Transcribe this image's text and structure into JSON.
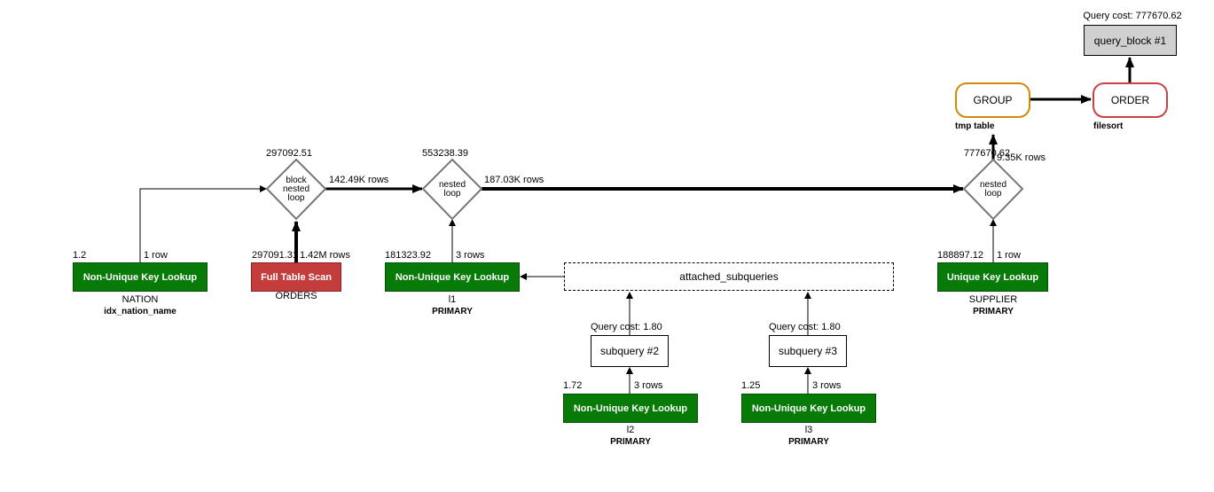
{
  "query_block": {
    "cost_label": "Query cost: 777670.62",
    "title": "query_block #1"
  },
  "group": {
    "label": "GROUP",
    "sub": "tmp table",
    "border_color": "#d08a0a"
  },
  "order": {
    "label": "ORDER",
    "sub": "filesort",
    "border_color": "#c84444"
  },
  "joins": [
    {
      "cost": "297092.51",
      "label": "block\nnested\nloop",
      "rows_out": "142.49K rows"
    },
    {
      "cost": "553238.39",
      "label": "nested\nloop",
      "rows_out": "187.03K rows"
    },
    {
      "cost": "777670.62",
      "label": "nested\nloop",
      "rows_out": "9.35K rows"
    }
  ],
  "tables": [
    {
      "cost": "1.2",
      "rows": "1 row",
      "access": "Non-Unique Key Lookup",
      "table": "NATION",
      "key": "idx_nation_name"
    },
    {
      "cost": "297091.31",
      "rows": "1.42M rows",
      "access": "Full Table Scan",
      "table": "ORDERS",
      "key": ""
    },
    {
      "cost": "181323.92",
      "rows": "3 rows",
      "access": "Non-Unique Key Lookup",
      "table": "l1",
      "key": "PRIMARY"
    },
    {
      "cost": "188897.12",
      "rows": "1 row",
      "access": "Unique Key Lookup",
      "table": "SUPPLIER",
      "key": "PRIMARY"
    },
    {
      "cost": "1.72",
      "rows": "3 rows",
      "access": "Non-Unique Key Lookup",
      "table": "l2",
      "key": "PRIMARY"
    },
    {
      "cost": "1.25",
      "rows": "3 rows",
      "access": "Non-Unique Key Lookup",
      "table": "l3",
      "key": "PRIMARY"
    }
  ],
  "attached": {
    "label": "attached_subqueries"
  },
  "subqueries": [
    {
      "cost_label": "Query cost: 1.80",
      "title": "subquery #2"
    },
    {
      "cost_label": "Query cost: 1.80",
      "title": "subquery #3"
    }
  ],
  "colors": {
    "index_lookup": "#087a08",
    "full_scan": "#c43c3c",
    "query_block": "#d0d0d0"
  }
}
